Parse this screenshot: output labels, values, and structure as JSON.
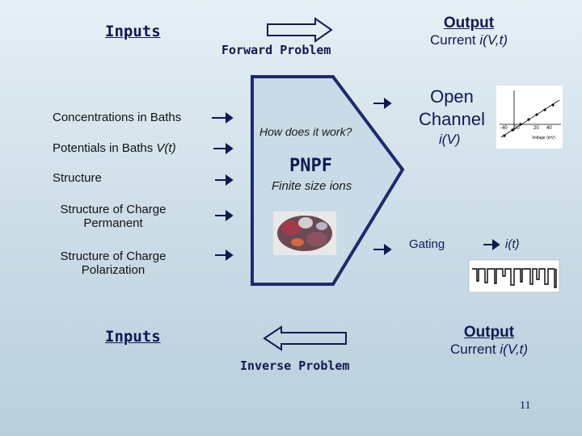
{
  "top": {
    "inputs_label": "Inputs",
    "forward_problem": "Forward Problem",
    "output_label": "Output",
    "output_current_prefix": "Current ",
    "output_current_var": "i(V,t)"
  },
  "inputs": {
    "concentrations": "Concentrations in Baths",
    "potentials_prefix": "Potentials in Baths ",
    "potentials_var": "V(t)",
    "structure": "Structure",
    "charge_permanent_line1": "Structure of Charge",
    "charge_permanent_line2": "Permanent",
    "charge_polarization_line1": "Structure of Charge",
    "charge_polarization_line2": "Polarization"
  },
  "center": {
    "how_question": "How does it work?",
    "pnpf": "PNPF",
    "finite_size": "Finite size ions"
  },
  "right": {
    "open_line1": "Open",
    "open_line2": "Channel",
    "iv": "i(V)",
    "gating": "Gating",
    "it": "i(t)",
    "iv_chart_ticks": [
      "-40",
      "-20",
      "20",
      "40"
    ],
    "iv_chart_xlabel": "Voltage (mV)"
  },
  "bottom": {
    "inputs_label": "Inputs",
    "inverse_problem": "Inverse Problem",
    "output_label": "Output",
    "output_current_prefix": "Current ",
    "output_current_var": "i(V,t)"
  },
  "page_number": "11",
  "colors": {
    "arrow": "#0f1a50",
    "pentagon_stroke": "#1e2a6e",
    "pentagon_fill": "#c9dbe6"
  }
}
